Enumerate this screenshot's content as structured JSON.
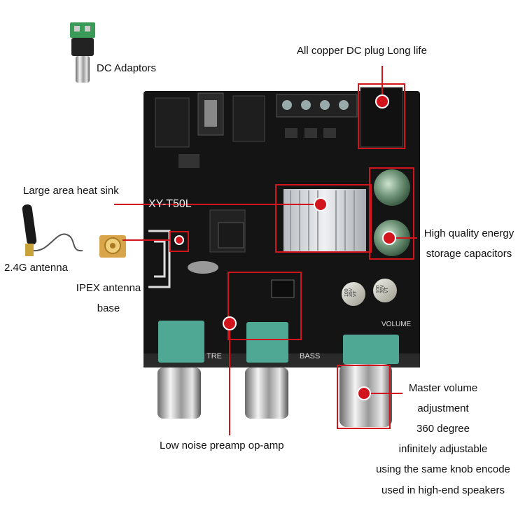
{
  "board": {
    "silkscreen_model": "XY-T50L",
    "silkscreen_tre": "TRE",
    "silkscreen_bass": "BASS",
    "silkscreen_volume": "VOLUME",
    "cap_marking": [
      "100",
      "35V",
      "VT"
    ]
  },
  "callouts": {
    "dc_adaptors": "DC Adaptors",
    "dc_plug": "All copper DC plug Long life",
    "heat_sink": "Large area heat sink",
    "capacitors": [
      "High quality energy",
      "storage capacitors"
    ],
    "antenna": "2.4G antenna",
    "ipex": [
      "IPEX antenna",
      "base"
    ],
    "preamp": "Low noise preamp op-amp",
    "volume": [
      "Master volume",
      "adjustment",
      "360 degree",
      "infinitely adjustable",
      "using the same knob encode",
      "used in high-end speakers"
    ]
  },
  "colors": {
    "accent_red": "#d2141c",
    "board_black": "#141414",
    "pot_green": "#4fa893",
    "heatsink_silver": "#c8ccd0"
  }
}
